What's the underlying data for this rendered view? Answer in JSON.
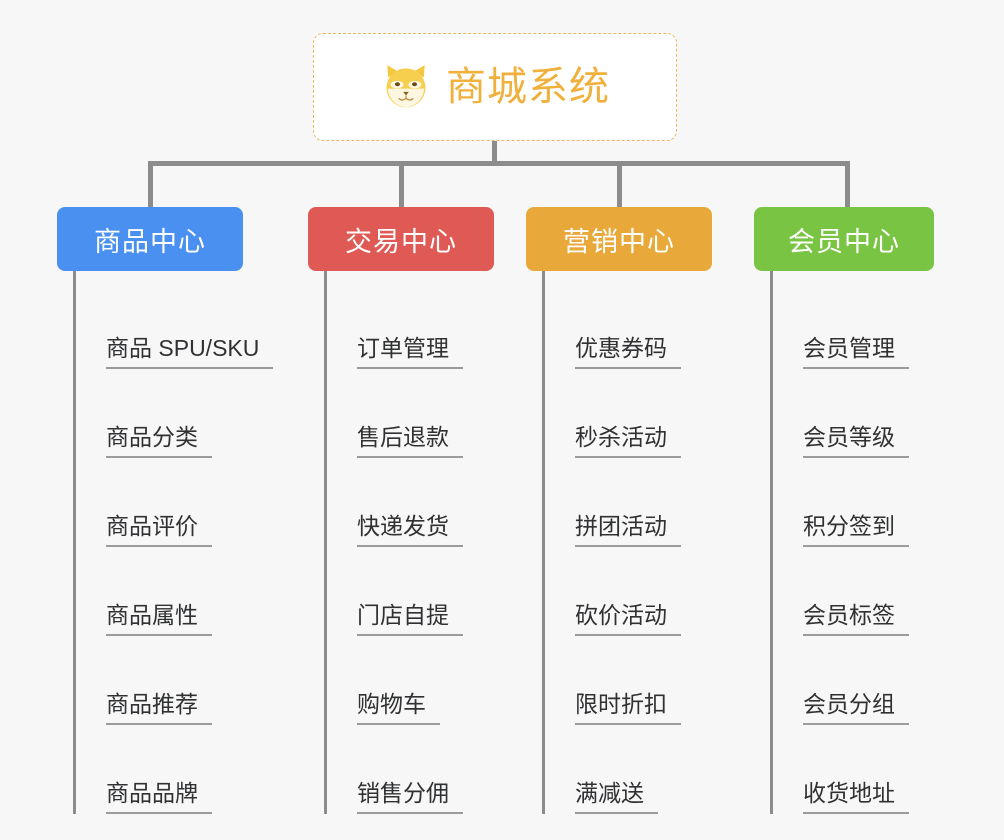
{
  "diagram": {
    "title": "商城系统",
    "root": {
      "label": "商城系统",
      "icon": "shiba-dog-face-icon",
      "text_color": "#f0b03c",
      "border_color": "#e8b762",
      "background": "#ffffff"
    },
    "background_color": "#f7f7f7",
    "connector_color": "#8c8c8c",
    "leaf_text_color": "#303133",
    "leaf_underline_color": "#9b9b9b",
    "columns": [
      {
        "label": "商品中心",
        "color": "#4a90f0",
        "items": [
          "商品 SPU/SKU",
          "商品分类",
          "商品评价",
          "商品属性",
          "商品推荐",
          "商品品牌"
        ]
      },
      {
        "label": "交易中心",
        "color": "#e05a55",
        "items": [
          "订单管理",
          "售后退款",
          "快递发货",
          "门店自提",
          "购物车",
          "销售分佣"
        ]
      },
      {
        "label": "营销中心",
        "color": "#e8a83a",
        "items": [
          "优惠券码",
          "秒杀活动",
          "拼团活动",
          "砍价活动",
          "限时折扣",
          "满减送"
        ]
      },
      {
        "label": "会员中心",
        "color": "#79c442",
        "items": [
          "会员管理",
          "会员等级",
          "积分签到",
          "会员标签",
          "会员分组",
          "收货地址"
        ]
      }
    ]
  }
}
